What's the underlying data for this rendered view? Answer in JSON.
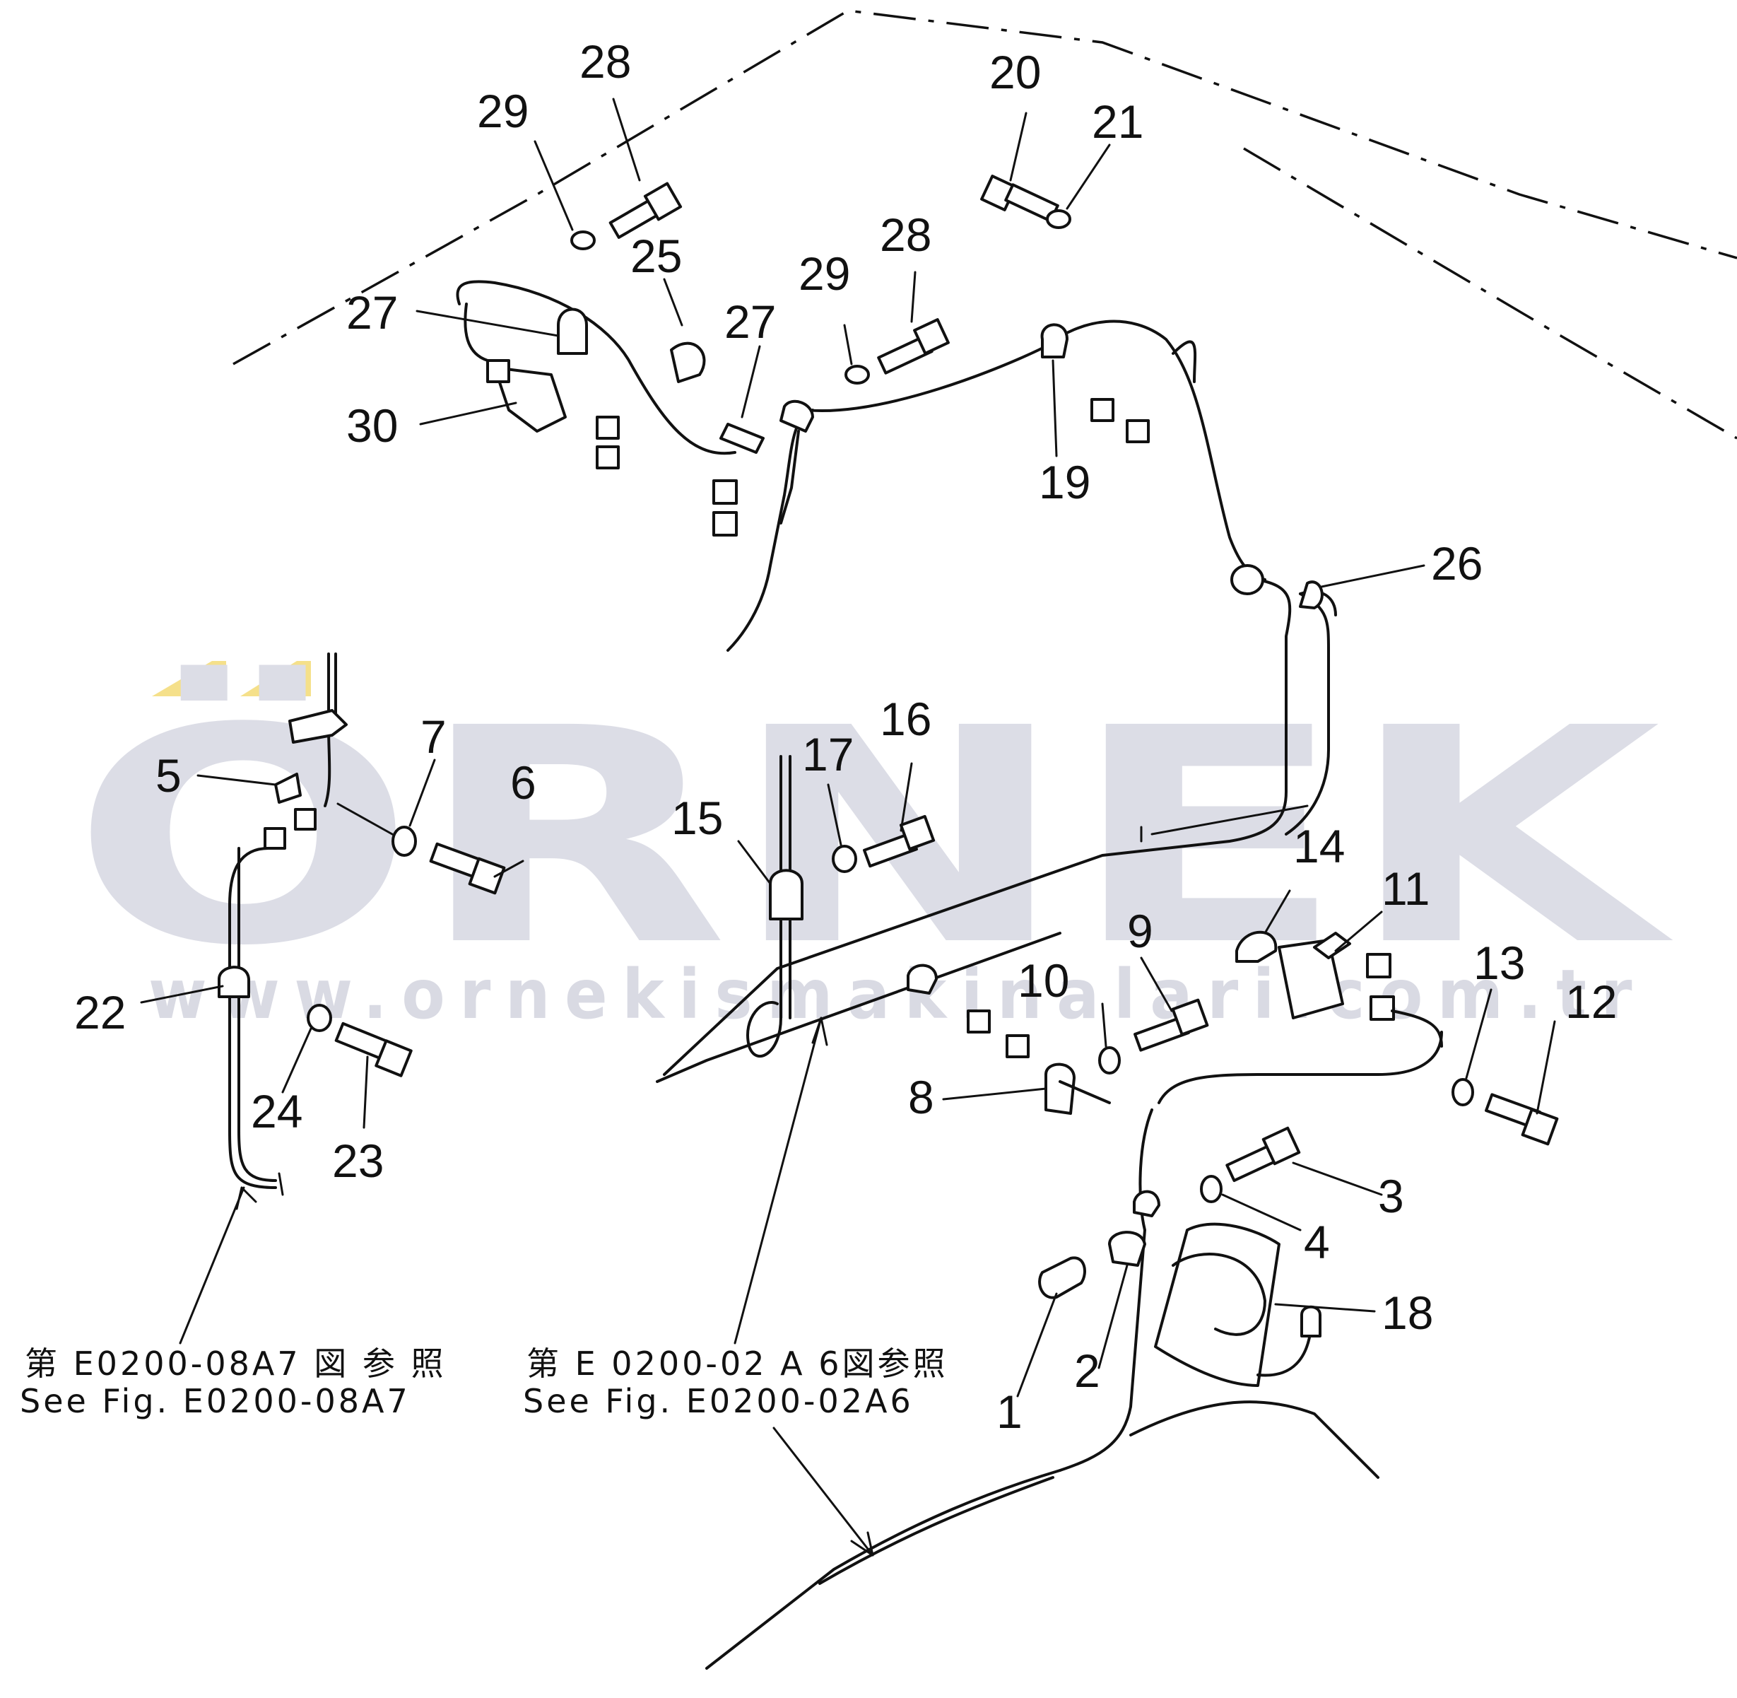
{
  "watermark": {
    "brand": "ÖRNEK",
    "url": "www.ornekismakinalari.com.tr",
    "accent_color": "#f5e08a",
    "color": "#dcdde6"
  },
  "references": [
    {
      "jp": "第 E0200-08A7 図 参 照",
      "en": "See Fig. E0200-08A7"
    },
    {
      "jp": "第 E 0200-02 A 6図参照",
      "en": "See Fig. E0200-02A6"
    }
  ],
  "callouts": [
    "1",
    "2",
    "3",
    "4",
    "5",
    "6",
    "7",
    "8",
    "9",
    "10",
    "11",
    "12",
    "13",
    "14",
    "15",
    "16",
    "17",
    "18",
    "19",
    "20",
    "21",
    "22",
    "23",
    "24",
    "25",
    "26",
    "27",
    "28",
    "29",
    "30"
  ]
}
